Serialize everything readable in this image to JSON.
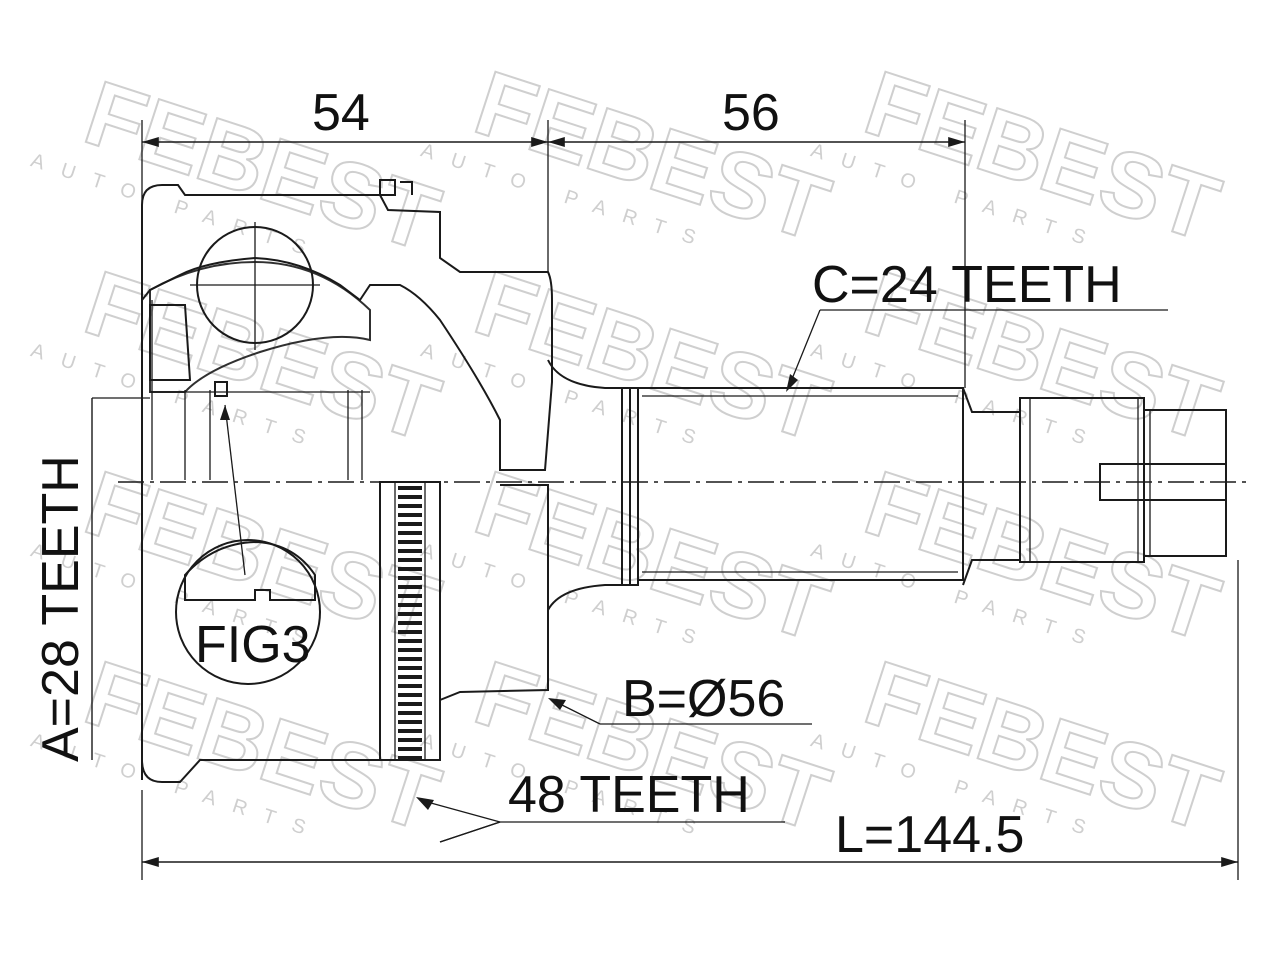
{
  "watermark": {
    "brand": "FEBEST",
    "tagline": "AUTO PARTS"
  },
  "dimensions": {
    "top_left": "54",
    "top_right": "56",
    "overall_length": "L=144.5"
  },
  "callouts": {
    "a_teeth": "A=28 TEETH",
    "b_diameter": "B=Ø56",
    "c_teeth": "C=24 TEETH",
    "abs_ring_teeth": "48 TEETH",
    "detail_figure": "FIG3"
  },
  "colors": {
    "line": "#1a1a1a",
    "watermark": "#cfcfcf",
    "background": "#ffffff"
  }
}
